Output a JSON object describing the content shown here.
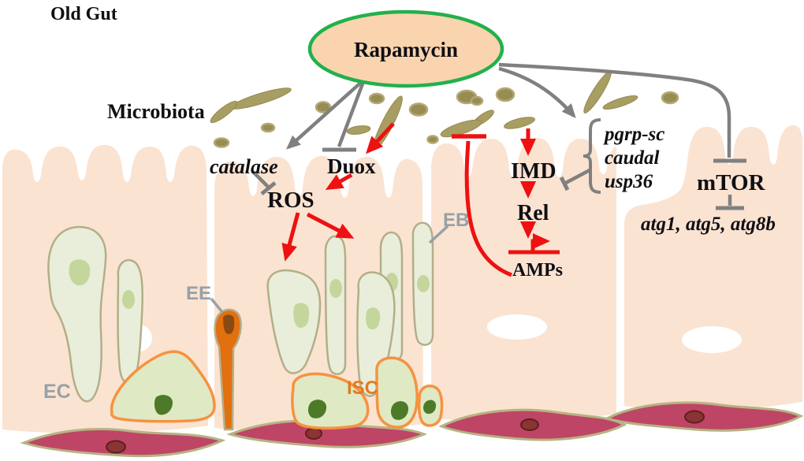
{
  "title": "Old Gut",
  "rapamycin": "Rapamycin",
  "microbiota": "Microbiota",
  "nodes": {
    "catalase": "catalase",
    "duox": "Duox",
    "ros": "ROS",
    "imd": "IMD",
    "rel": "Rel",
    "amps": "AMPs",
    "mtor": "mTOR",
    "atg_genes": "atg1, atg5, atg8b"
  },
  "imd_regulators": [
    "pgrp-sc",
    "caudal",
    "usp36"
  ],
  "cells": {
    "ec": "EC",
    "ee": "EE",
    "eb": "EB",
    "isc": "ISC"
  },
  "colors": {
    "rapamycin_text": "#1fa84f",
    "rapamycin_fill": "#f9d4ae",
    "rapamycin_border": "#22b04c",
    "microbiota_text": "#a79c60",
    "microbe_fill": "#a89d62",
    "epithelium": "#fbe3d1",
    "activation_red": "#ee1111",
    "regulation_gray": "#808080",
    "cell_green": "#e9eeda",
    "isc_border_orange": "#f69240",
    "isc_label_orange": "#e07b20",
    "ee_orange": "#e2700f",
    "muscle_maroon": "#bf4566",
    "cell_label_gray": "#97a0a8",
    "black_text": "#0f0f14"
  },
  "edges": [
    {
      "from": "Rapamycin",
      "to": "catalase",
      "effect": "activates",
      "color": "gray"
    },
    {
      "from": "Rapamycin",
      "to": "Duox",
      "effect": "inhibits",
      "color": "gray"
    },
    {
      "from": "Rapamycin",
      "to": "pgrp-sc/caudal/usp36",
      "effect": "activates",
      "color": "gray"
    },
    {
      "from": "Rapamycin",
      "to": "mTOR",
      "effect": "inhibits",
      "color": "gray"
    },
    {
      "from": "catalase",
      "to": "ROS",
      "effect": "inhibits",
      "color": "gray"
    },
    {
      "from": "Microbiota",
      "to": "Duox",
      "effect": "activates",
      "color": "red"
    },
    {
      "from": "Duox",
      "to": "ROS",
      "effect": "activates",
      "color": "red"
    },
    {
      "from": "ROS",
      "to": "ISC cells",
      "effect": "activates",
      "color": "red"
    },
    {
      "from": "ROS",
      "to": "progenitor cells",
      "effect": "activates",
      "color": "red"
    },
    {
      "from": "Microbiota",
      "to": "IMD",
      "effect": "activates",
      "color": "red"
    },
    {
      "from": "IMD",
      "to": "Rel",
      "effect": "activates",
      "color": "red"
    },
    {
      "from": "Rel",
      "to": "AMPs transcription",
      "effect": "activates",
      "color": "red"
    },
    {
      "from": "pgrp-sc/caudal/usp36",
      "to": "IMD",
      "effect": "inhibits",
      "color": "gray"
    },
    {
      "from": "mTOR",
      "to": "atg1, atg5, atg8b",
      "effect": "inhibits",
      "color": "gray"
    },
    {
      "from": "AMPs",
      "to": "Microbiota",
      "effect": "inhibits",
      "color": "red"
    }
  ]
}
